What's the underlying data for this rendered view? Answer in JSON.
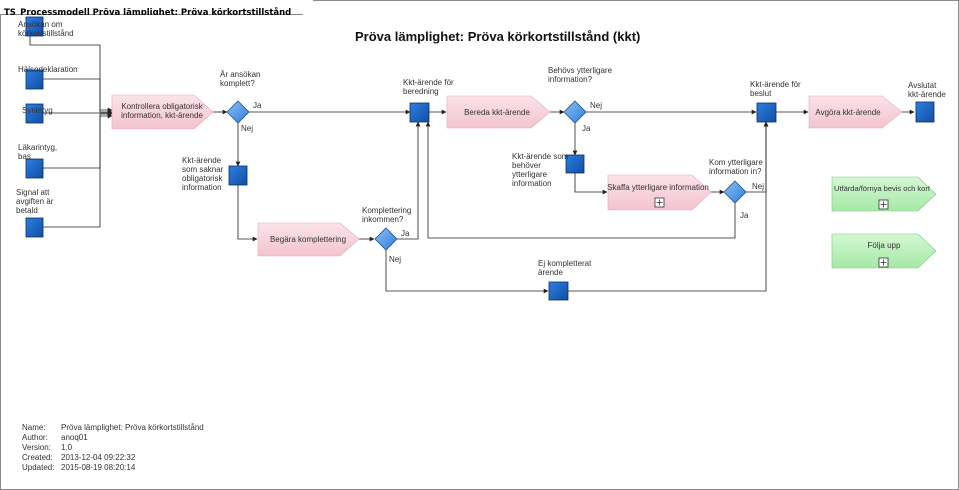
{
  "tab_title": "TS_Processmodell Pröva lämplighet: Pröva körkortstillstånd",
  "title": "Pröva lämplighet: Pröva körkortstillstånd (kkt)",
  "events": {
    "ansokan": [
      "Ansökan om",
      "körkortstillstånd"
    ],
    "halso": [
      "Hälsodeklaration"
    ],
    "synintyg": [
      "Synintyg"
    ],
    "lakarintyg": [
      "Läkarintyg,",
      "bas"
    ],
    "signal": [
      "Signal att",
      "avgiften är",
      "betald"
    ],
    "kkt_beredning": [
      "Kkt-ärende för",
      "beredning"
    ],
    "kkt_beslut": [
      "Kkt-ärende för",
      "beslut"
    ],
    "avslutat": [
      "Avslutat",
      "kkt-ärende"
    ],
    "saknar": [
      "Kkt-ärende",
      "som saknar",
      "obligatorisk",
      "information"
    ],
    "behover": [
      "Kkt-ärende som",
      "behöver",
      "ytterligare",
      "information"
    ],
    "ej_kompl": [
      "Ej kompletterat",
      "ärende"
    ]
  },
  "functions": {
    "kontrollera": [
      "Kontrollera obligatorisk",
      "information, kkt-ärende"
    ],
    "bereda": "Bereda kkt-ärende",
    "avgora": "Avgöra kkt-ärende",
    "begara": "Begära komplettering",
    "skaffa": "Skaffa ytterligare information",
    "utfarda": "Utfärda/förnya bevis och kort",
    "folja": "Följa upp"
  },
  "gateways": {
    "komplett": [
      "Är ansökan",
      "komplett?"
    ],
    "behovs": [
      "Behövs ytterligare",
      "information?"
    ],
    "kompl_in": [
      "Komplettering",
      "inkommen?"
    ],
    "kom_ytt": [
      "Kom ytterligare",
      "information in?"
    ]
  },
  "branch_labels": {
    "ja1": "Ja",
    "nej1": "Nej",
    "nej2": "Nej",
    "ja2": "Ja",
    "ja3": "Ja",
    "nej3": "Nej",
    "nej4": "Nej",
    "ja4": "Ja"
  },
  "meta": {
    "name_k": "Name:",
    "name_v": "Pröva lämplighet: Pröva körkortstillstånd",
    "author_k": "Author:",
    "author_v": "anoq01",
    "version_k": "Version:",
    "version_v": "1.0",
    "created_k": "Created:",
    "created_v": "2013-12-04 09:22:32",
    "updated_k": "Updated:",
    "updated_v": "2015-08-19 08:20:14"
  },
  "colors": {
    "event": "#1d67c9",
    "gateway": "#4f97e8",
    "function_pink": "#f6cfd9",
    "function_green": "#b5efb5",
    "line": "#222222"
  }
}
